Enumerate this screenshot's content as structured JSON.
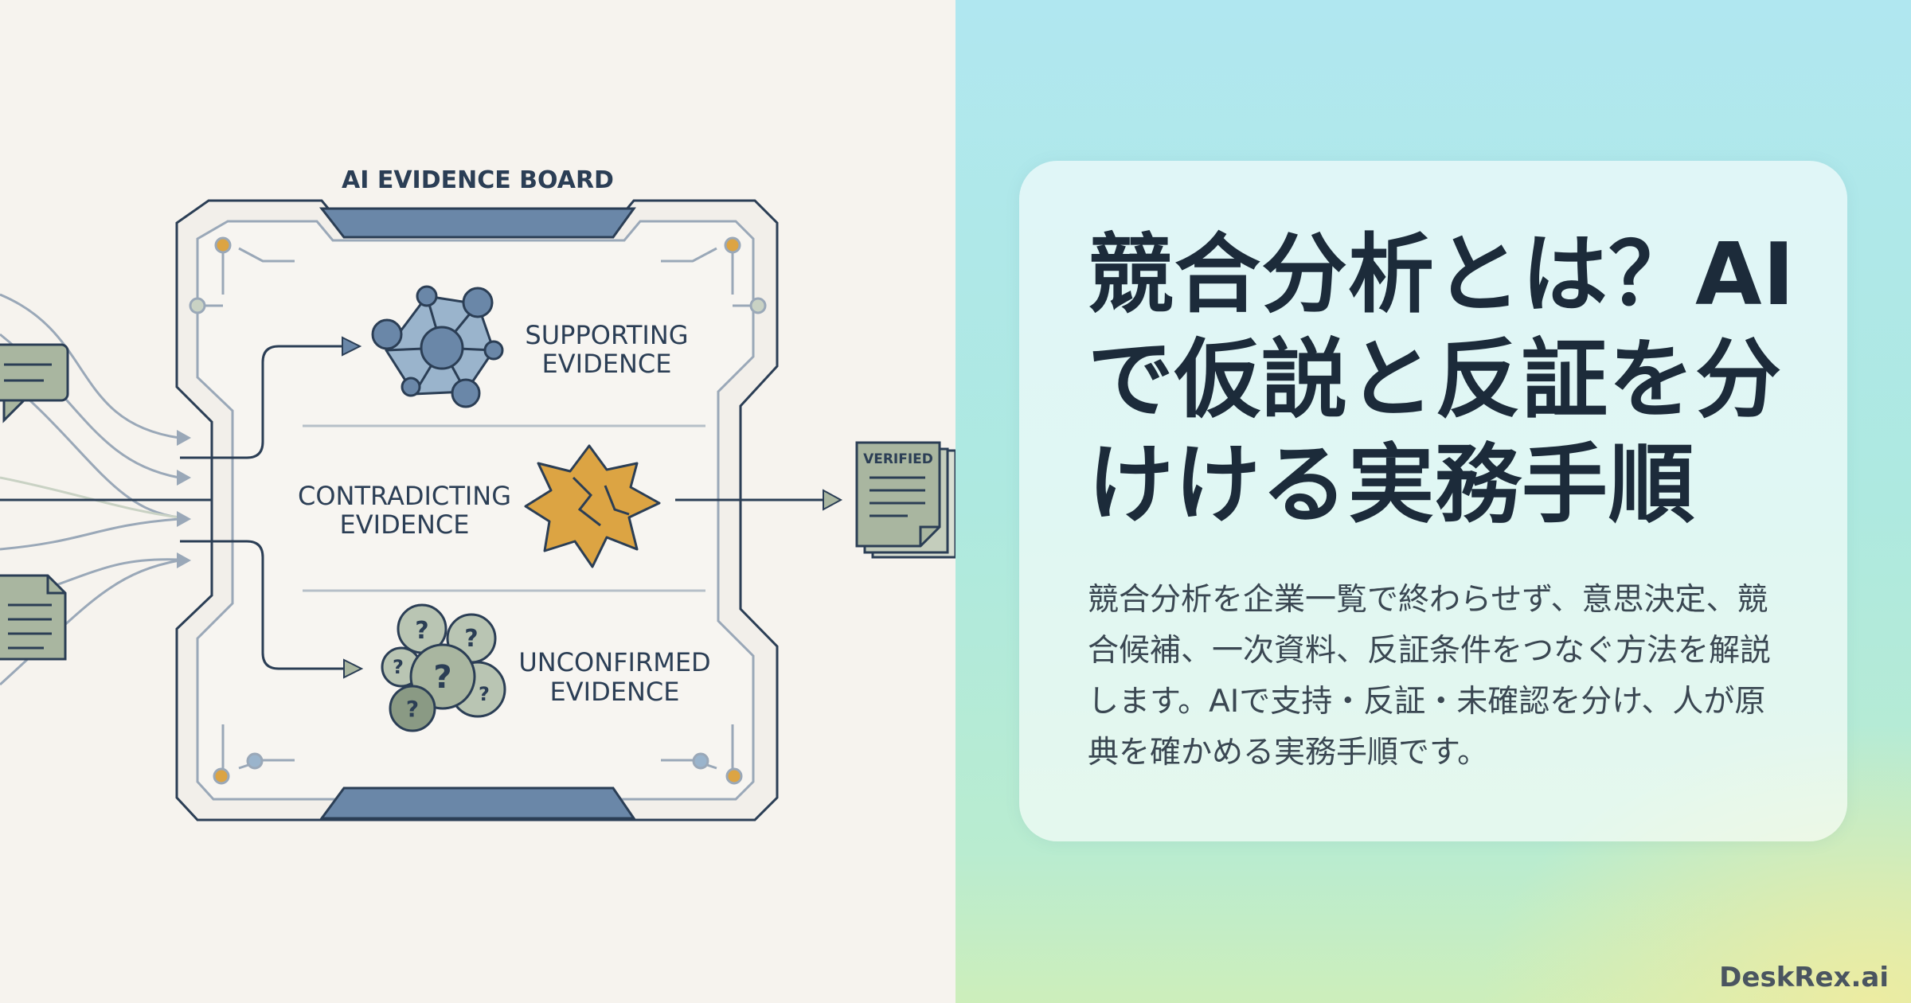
{
  "board": {
    "title": "AI EVIDENCE BOARD",
    "supporting": [
      "SUPPORTING",
      "EVIDENCE"
    ],
    "contradicting": [
      "CONTRADICTING",
      "EVIDENCE"
    ],
    "unconfirmed": [
      "UNCONFIRMED",
      "EVIDENCE"
    ],
    "verified_label": "VERIFIED",
    "question_mark": "?"
  },
  "card": {
    "title": "競合分析とは？AIで仮説と反証を分けける実務手順",
    "description": "競合分析を企業一覧で終わらせず、意思決定、競合候補、一次資料、反証条件をつなぐ方法を解説します。AIで支持・反証・未確認を分け、人が原典を確かめる実務手順です。"
  },
  "brand": "DeskRex.ai",
  "colors": {
    "left_bg": "#f6f3ee",
    "navy": "#2b3e55",
    "slate_blue": "#6a87a8",
    "orange": "#dca443",
    "sage": "#a9b6a0"
  }
}
